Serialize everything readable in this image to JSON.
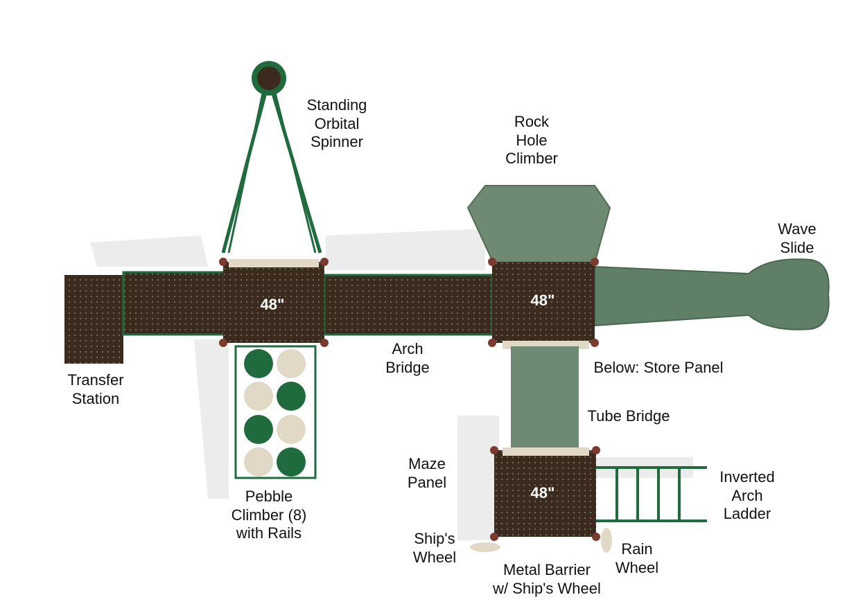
{
  "colors": {
    "deck": "#3b2b1f",
    "green": "#1f6b3e",
    "slide": "#5f7f66",
    "tan": "#e2d8c6",
    "post": "#7a3b2e"
  },
  "labels": {
    "spinner": [
      "Standing",
      "Orbital",
      "Spinner"
    ],
    "rock": [
      "Rock",
      "Hole",
      "Climber"
    ],
    "wave": [
      "Wave",
      "Slide"
    ],
    "transfer": [
      "Transfer",
      "Station"
    ],
    "arch_bridge": [
      "Arch",
      "Bridge"
    ],
    "store": [
      "Below: Store Panel"
    ],
    "tube": [
      "Tube Bridge"
    ],
    "maze": [
      "Maze",
      "Panel"
    ],
    "ladder": [
      "Inverted",
      "Arch",
      "Ladder"
    ],
    "pebble": [
      "Pebble",
      "Climber (8)",
      "with Rails"
    ],
    "ships_wheel": [
      "Ship's",
      "Wheel"
    ],
    "rain": [
      "Rain",
      "Wheel"
    ],
    "barrier": [
      "Metal Barrier",
      "w/ Ship's Wheel"
    ]
  },
  "deck_heights": [
    "48\"",
    "48\"",
    "48\""
  ]
}
